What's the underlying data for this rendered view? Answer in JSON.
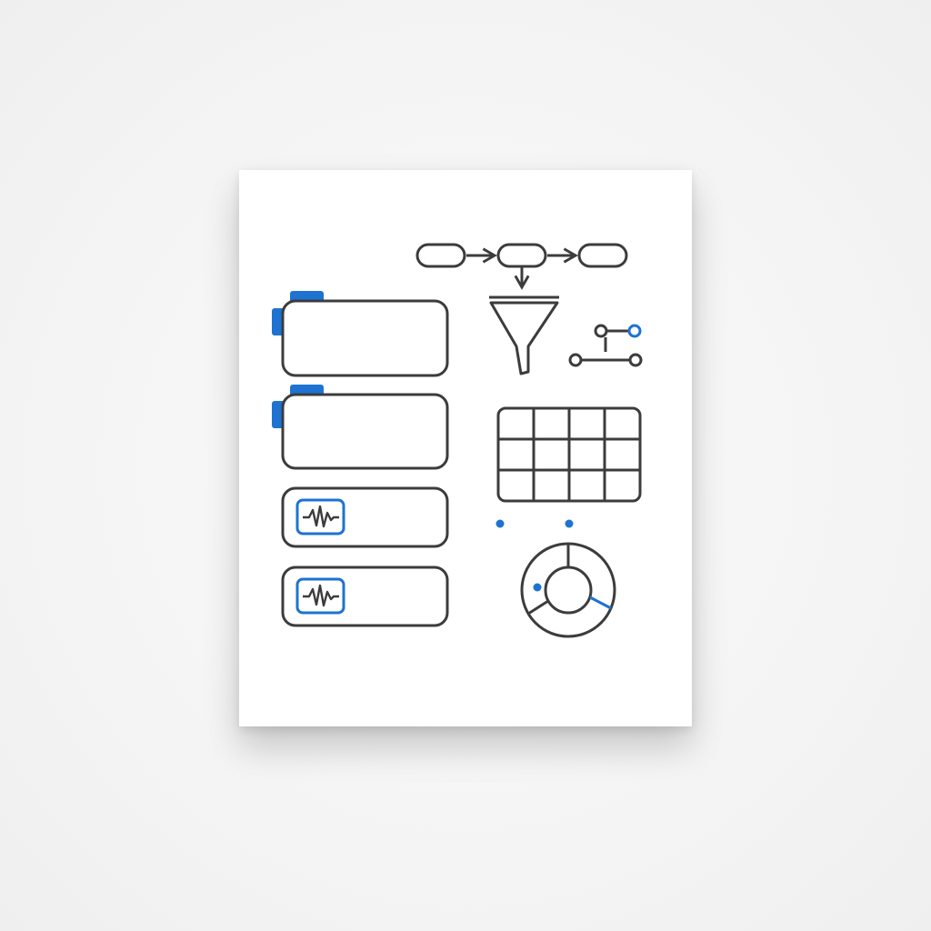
{
  "colors": {
    "stroke": "#3c3c3c",
    "accent": "#1e73d2",
    "card": "#ffffff",
    "background": "#f5f5f5"
  },
  "icons": [
    "workflow-pipeline-icon",
    "funnel-icon",
    "toggle-connector-icon",
    "grid-table-icon",
    "donut-gauge-icon",
    "waveform-icon",
    "tab-marker-icon"
  ],
  "panels": {
    "folder_cards": 2,
    "signal_cards": 2
  },
  "grid": {
    "rows": 3,
    "columns": 4
  }
}
